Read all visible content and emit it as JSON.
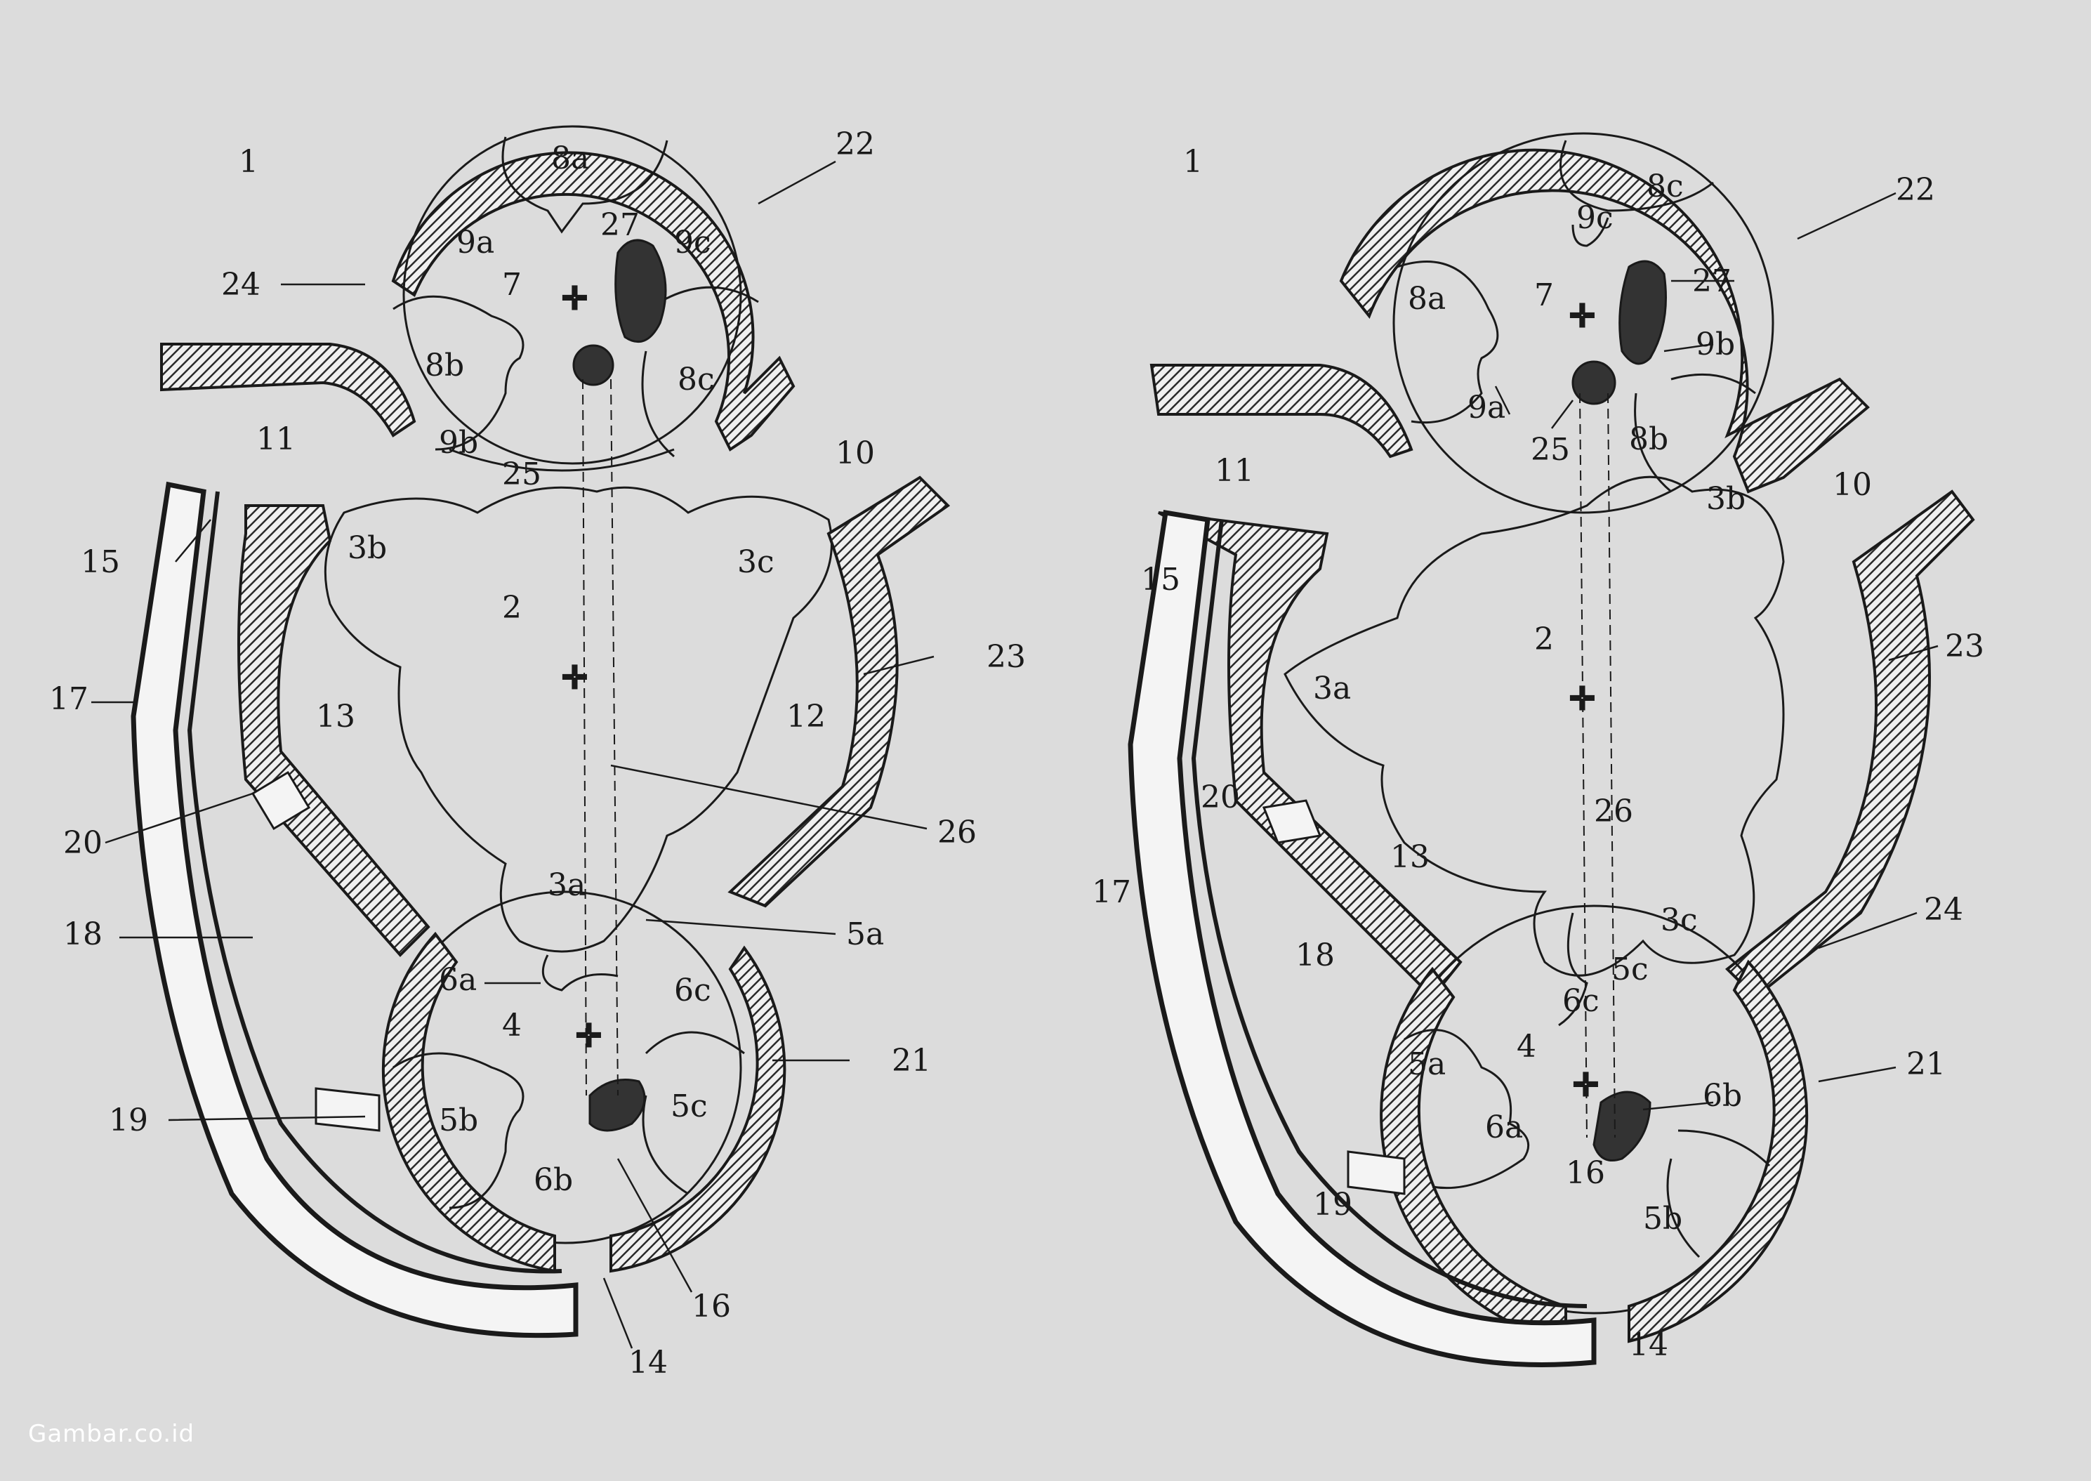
{
  "diagram": {
    "left_panel": {
      "figure_number": "1",
      "labels": [
        "8a",
        "9a",
        "27",
        "9c",
        "7",
        "8b",
        "8c",
        "9b",
        "25",
        "22",
        "24",
        "11",
        "10",
        "15",
        "3b",
        "3c",
        "2",
        "17",
        "13",
        "12",
        "23",
        "20",
        "26",
        "3a",
        "5a",
        "18",
        "6a",
        "6c",
        "4",
        "21",
        "19",
        "5b",
        "5c",
        "6b",
        "16",
        "14"
      ]
    },
    "right_panel": {
      "figure_number": "1",
      "labels": [
        "8c",
        "9c",
        "22",
        "8a",
        "7",
        "27",
        "9b",
        "9a",
        "25",
        "8b",
        "11",
        "10",
        "3b",
        "15",
        "2",
        "23",
        "3a",
        "20",
        "26",
        "13",
        "17",
        "18",
        "3c",
        "24",
        "5c",
        "6c",
        "4",
        "5a",
        "21",
        "6a",
        "6b",
        "16",
        "19",
        "5b",
        "14"
      ]
    }
  },
  "watermark": "Gambar.co.id",
  "colors": {
    "background": "#dcdcdc",
    "ink": "#1a1a1a",
    "wall_hatch": "#2a2a2a"
  }
}
